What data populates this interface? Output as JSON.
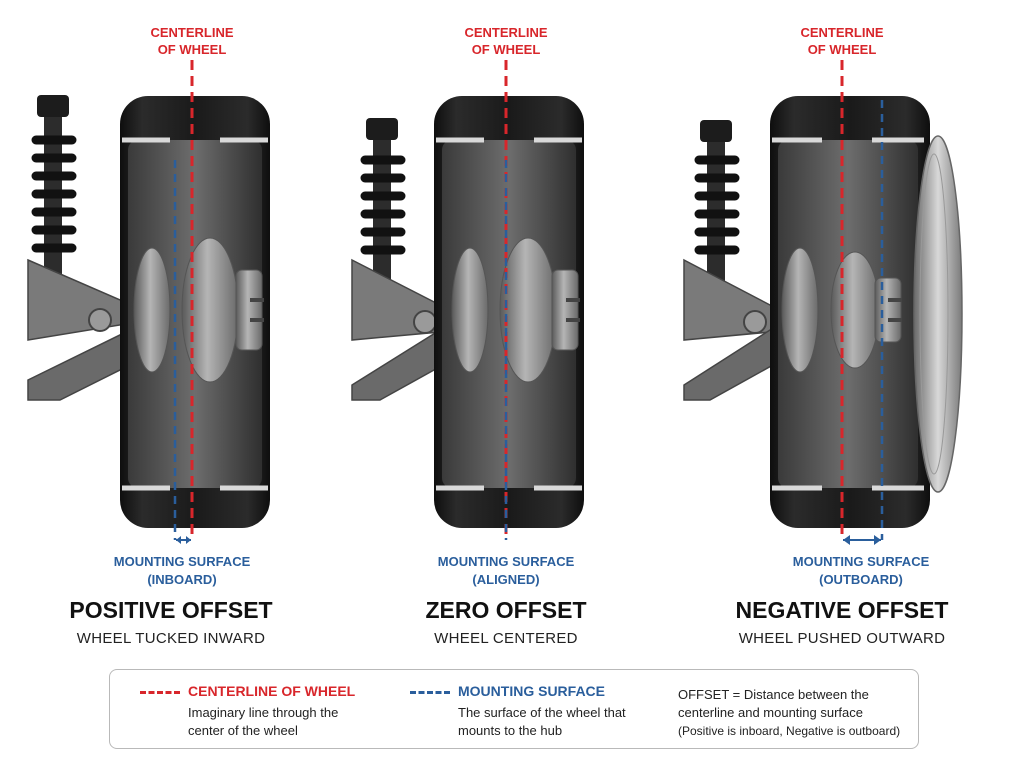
{
  "panels": [
    {
      "id": "positive",
      "centerline_label": [
        "CENTERLINE",
        "OF WHEEL"
      ],
      "mount_label": [
        "MOUNTING SURFACE",
        "(INBOARD)"
      ],
      "title": "POSITIVE OFFSET",
      "subtitle": "WHEEL TUCKED INWARD"
    },
    {
      "id": "zero",
      "centerline_label": [
        "CENTERLINE",
        "OF WHEEL"
      ],
      "mount_label": [
        "MOUNTING SURFACE",
        "(ALIGNED)"
      ],
      "title": "ZERO OFFSET",
      "subtitle": "WHEEL CENTERED"
    },
    {
      "id": "negative",
      "centerline_label": [
        "CENTERLINE",
        "OF WHEEL"
      ],
      "mount_label": [
        "MOUNTING SURFACE",
        "(OUTBOARD)"
      ],
      "title": "NEGATIVE OFFSET",
      "subtitle": "WHEEL PUSHED OUTWARD"
    }
  ],
  "legend": {
    "centerline": {
      "title": "CENTERLINE OF WHEEL",
      "lines": [
        "Imaginary line through the",
        "center of the wheel"
      ]
    },
    "mounting": {
      "title": "MOUNTING SURFACE",
      "lines": [
        "The surface of the wheel that",
        "mounts to the hub"
      ]
    },
    "offset": {
      "lines": [
        "OFFSET = Distance between the",
        "centerline and mounting surface",
        "(Positive is inboard, Negative is outboard)"
      ]
    }
  },
  "colors": {
    "centerline": "#d8262b",
    "mounting": "#2a5e9c",
    "tire": "#1b1b1b",
    "metal": "#8a8a8a"
  }
}
